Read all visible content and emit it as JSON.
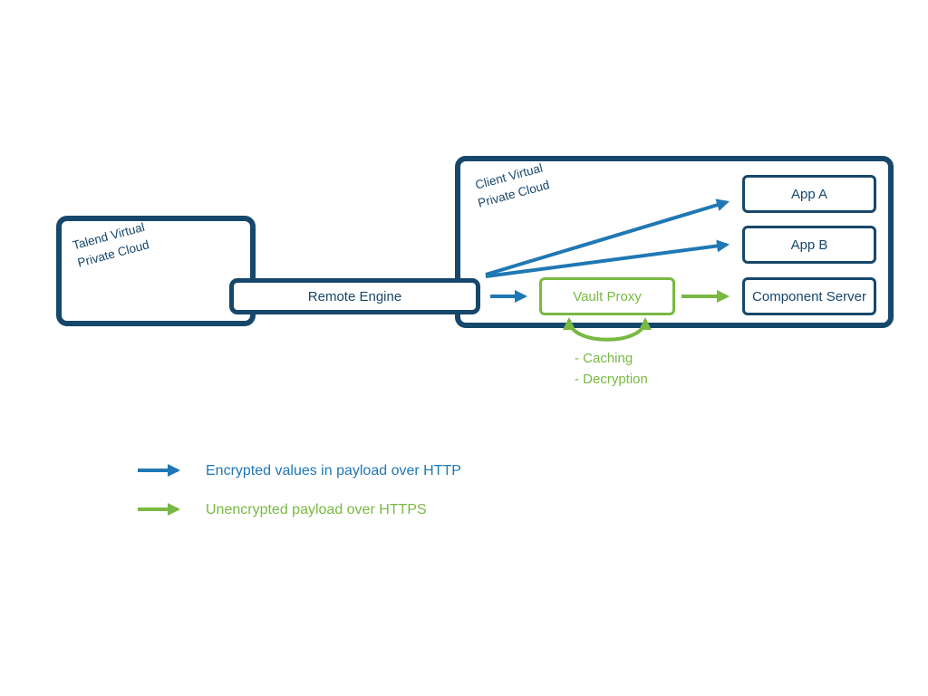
{
  "colors": {
    "navy_border": "#17476b",
    "blue_arrow": "#1f78b4",
    "green": "#79b943"
  },
  "nodes": {
    "talend_cloud": {
      "line1": "Talend Virtual",
      "line2": "Private Cloud"
    },
    "client_cloud": {
      "line1": "Client Virtual",
      "line2": "Private Cloud"
    },
    "remote_engine": {
      "label": "Remote Engine"
    },
    "app_a": {
      "label": "App A"
    },
    "app_b": {
      "label": "App B"
    },
    "vault_proxy": {
      "label": "Vault Proxy"
    },
    "component_server": {
      "label": "Component Server"
    }
  },
  "annotations": {
    "caching": "- Caching",
    "decryption": "- Decryption"
  },
  "legend": {
    "http": {
      "label": "Encrypted values in payload over HTTP"
    },
    "https": {
      "label": "Unencrypted payload over HTTPS"
    }
  }
}
